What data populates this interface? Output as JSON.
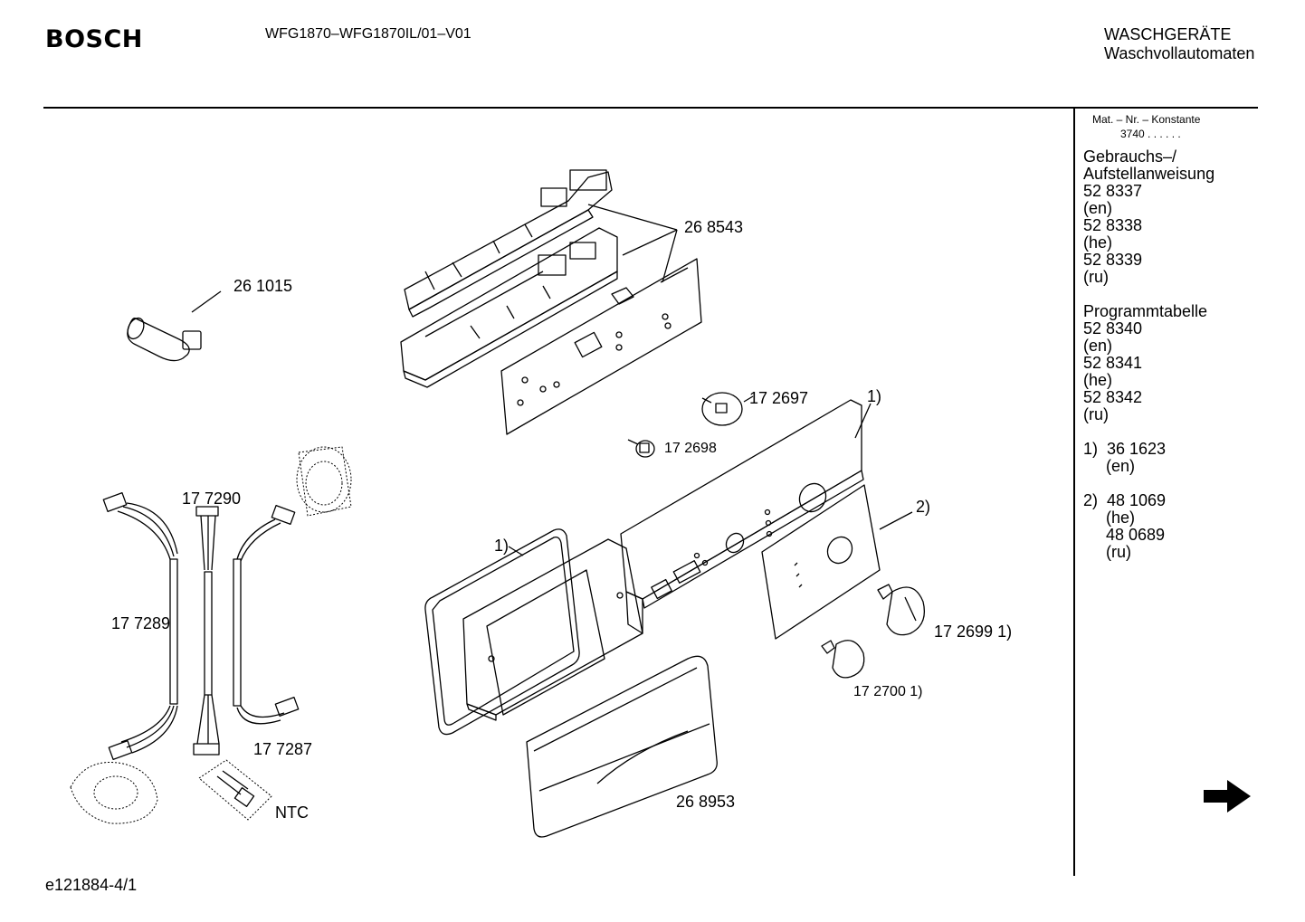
{
  "header": {
    "brand": "BOSCH",
    "model": "WFG1870–WFG1870IL/01–V01",
    "category_line1": "WASCHGERÄTE",
    "category_line2": "Waschvollautomaten"
  },
  "footer": {
    "drawing_id": "e121884-4/1"
  },
  "sidebar": {
    "mat_nr_label": "Mat. – Nr. – Konstante",
    "mat_nr_value": "3740  .  .    .  .  .  .",
    "lines": [
      "Gebrauchs–/",
      "Aufstellanweisung",
      "52 8337",
      "(en)",
      "52 8338",
      "(he)",
      "52 8339",
      "(ru)",
      "",
      "Programmtabelle",
      "52 8340",
      "(en)",
      "52 8341",
      "(he)",
      "52 8342",
      "(ru)",
      "",
      "1)  36 1623",
      "     (en)",
      "",
      "2)  48 1069",
      "     (he)",
      "     48 0689",
      "     (ru)"
    ]
  },
  "parts": {
    "p268543": "26  8543",
    "p261015": "26 1015",
    "p172697": "17 2697",
    "p172698": "17 2698",
    "note1_top": "1)",
    "note2": "2)",
    "note1_left": "1)",
    "p177290": "17  7290",
    "p177289": "17 7289",
    "p177287": "17  7287",
    "ntc": "NTC",
    "p172699": "17 2699 1)",
    "p172700": "17 2700 1)",
    "p268953": "26 8953"
  },
  "icons": {
    "next_page": "right-arrow-icon"
  }
}
